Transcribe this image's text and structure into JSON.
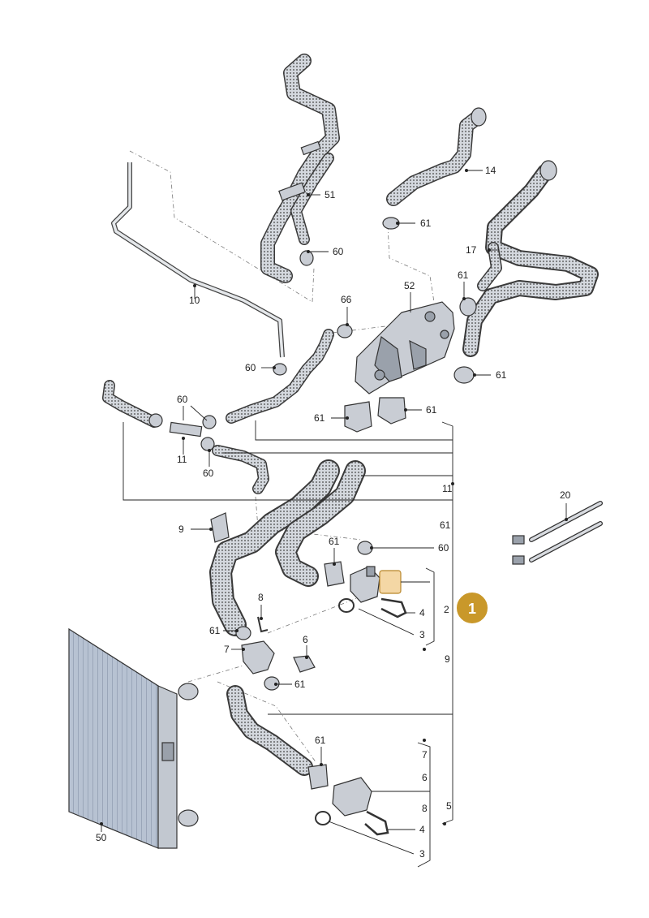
{
  "labels": {
    "l1": "1",
    "l2": "2",
    "l3a": "3",
    "l3b": "3",
    "l4a": "4",
    "l4b": "4",
    "l5": "5",
    "l6a": "6",
    "l6b": "6",
    "l7a": "7",
    "l7b": "7",
    "l8a": "8",
    "l8b": "8",
    "l9a": "9",
    "l9b": "9",
    "l10": "10",
    "l11a": "11",
    "l11b": "11",
    "l14": "14",
    "l17": "17",
    "l20": "20",
    "l50": "50",
    "l51": "51",
    "l52": "52",
    "l60a": "60",
    "l60b": "60",
    "l60c": "60",
    "l60d": "60",
    "l60e": "60",
    "l61a": "61",
    "l61b": "61",
    "l61c": "61",
    "l61d": "61",
    "l61e": "61",
    "l61f": "61",
    "l61g": "61",
    "l61h": "61",
    "l61i": "61",
    "l61j": "61",
    "l66": "66"
  },
  "badge": {
    "text": "1",
    "color": "#c9982a"
  },
  "colors": {
    "hose": "#3a3a3a",
    "metal": "#c9cdd4",
    "highlight": "#f0c987"
  }
}
